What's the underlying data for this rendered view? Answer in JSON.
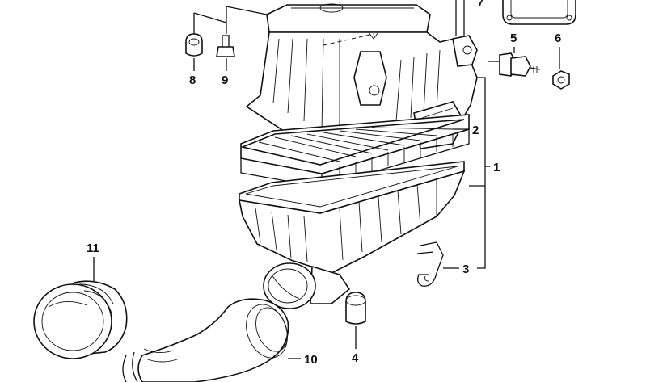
{
  "diagram": {
    "callouts": {
      "c1": "1",
      "c2": "2",
      "c3": "3",
      "c4": "4",
      "c5": "5",
      "c6": "6",
      "c7": "7",
      "c8": "8",
      "c9": "9",
      "c10": "10",
      "c11": "11"
    },
    "colors": {
      "line": "#111111",
      "background": "#ffffff"
    }
  }
}
